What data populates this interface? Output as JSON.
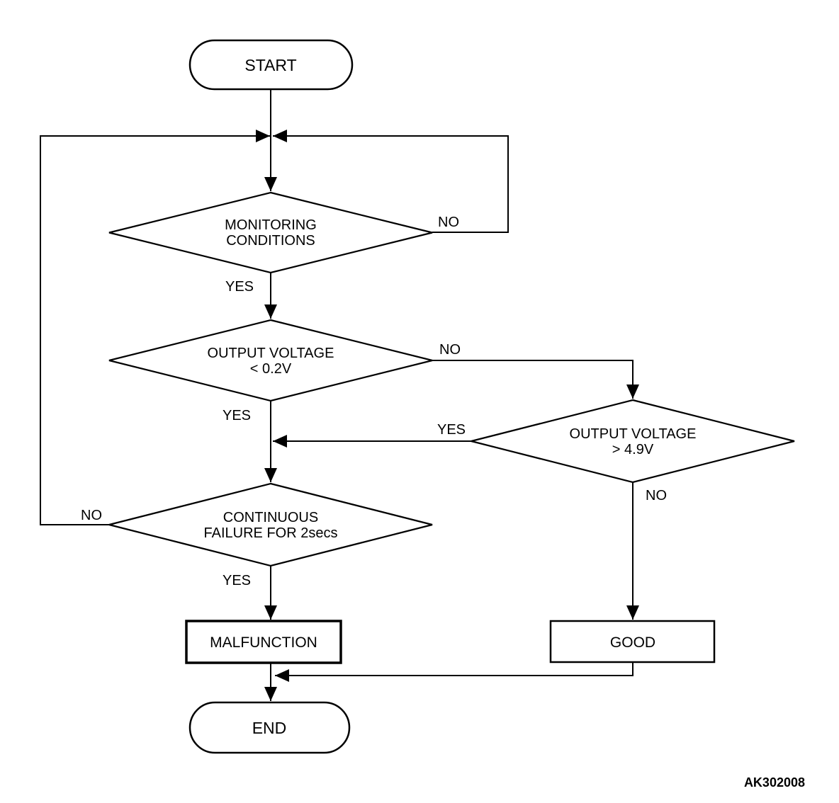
{
  "flowchart": {
    "background": "#ffffff",
    "line_color": "#000000",
    "nodes": {
      "start": {
        "type": "terminator",
        "label": "START"
      },
      "monitoring_conditions": {
        "type": "decision",
        "line1": "MONITORING",
        "line2": "CONDITIONS"
      },
      "output_voltage_low": {
        "type": "decision",
        "line1": "OUTPUT VOLTAGE",
        "line2": "< 0.2V"
      },
      "output_voltage_high": {
        "type": "decision",
        "line1": "OUTPUT VOLTAGE",
        "line2": "> 4.9V"
      },
      "continuous_failure": {
        "type": "decision",
        "line1": "CONTINUOUS",
        "line2": "FAILURE FOR 2secs"
      },
      "malfunction": {
        "type": "process",
        "label": "MALFUNCTION"
      },
      "good": {
        "type": "process",
        "label": "GOOD"
      },
      "end": {
        "type": "terminator",
        "label": "END"
      }
    },
    "edge_labels": {
      "monitoring_no": "NO",
      "monitoring_yes": "YES",
      "voltage_low_no": "NO",
      "voltage_low_yes": "YES",
      "voltage_high_yes": "YES",
      "voltage_high_no": "NO",
      "continuous_no": "NO",
      "continuous_yes": "YES"
    },
    "figure_code": "AK302008"
  }
}
